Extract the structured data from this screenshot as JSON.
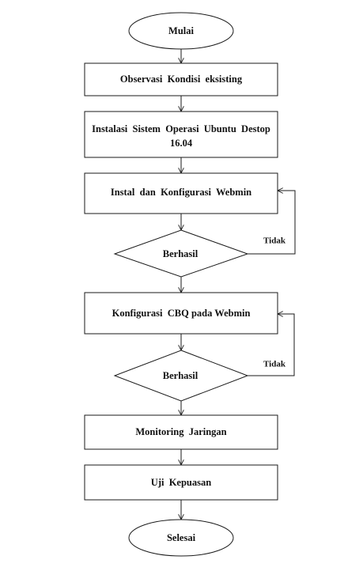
{
  "flowchart": {
    "start": "Mulai",
    "steps": [
      "Observasi  Kondisi  eksisting",
      "Instalasi  Sistem  Operasi  Ubuntu  Destop",
      "16.04",
      "Instal  dan  Konfigurasi  Webmin",
      "Konfigurasi  CBQ pada Webmin",
      "Monitoring  Jaringan",
      "Uji  Kepuasan"
    ],
    "decisions": [
      "Berhasil",
      "Berhasil"
    ],
    "no_labels": [
      "Tidak",
      "Tidak"
    ],
    "end": "Selesai"
  }
}
